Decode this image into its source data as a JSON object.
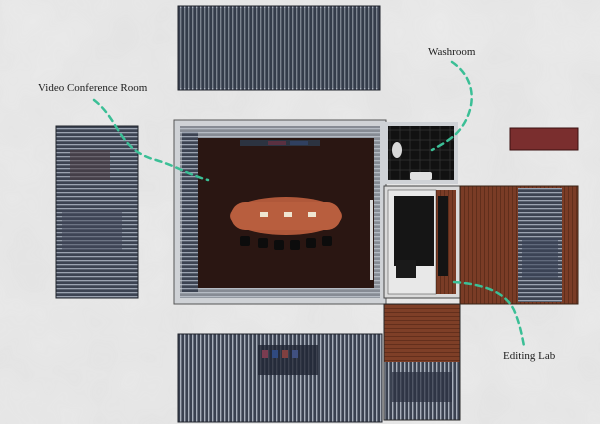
{
  "labels": {
    "video_conference_room": "Video Conference Room",
    "washroom": "Washroom",
    "editing_lab": "Editing Lab"
  },
  "colors": {
    "paper": "#e9e9e9",
    "wall_panel": "#3a4150",
    "slat_light": "#9aa2b0",
    "floor_dark": "#2a1612",
    "table_wood": "#b0583a",
    "wood_panel": "#7a3c26",
    "washroom_tile": "#111111",
    "leader_line": "#3bbf96",
    "swatch": "#7a2e2e"
  },
  "rooms": [
    "top-elevation",
    "left-elevation",
    "bottom-elevation",
    "video-conference-room",
    "washroom",
    "editing-lab",
    "right-wood-elevation",
    "bottom-right-elevation",
    "material-swatch"
  ]
}
